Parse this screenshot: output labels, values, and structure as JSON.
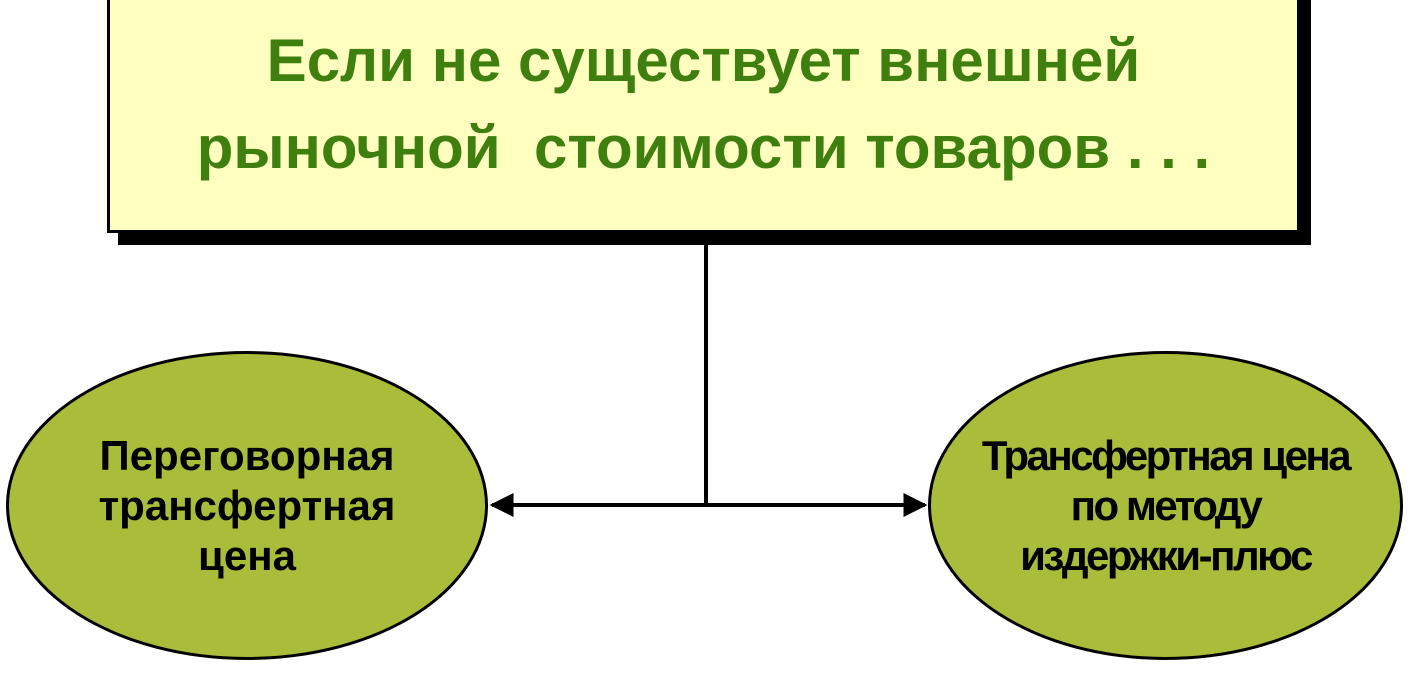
{
  "title": {
    "line1": "Если не существует внешней",
    "line2": "рыночной  стоимости товаров . . ."
  },
  "left_node": {
    "lines": [
      "Переговорная",
      "трансфертная",
      "цена"
    ]
  },
  "right_node": {
    "lines": [
      "Трансфертная цена",
      "по методу",
      "издержки-плюс"
    ]
  },
  "colors": {
    "title_box": "#ffffc0",
    "title_text": "#3f7f0f",
    "node_fill": "#aabd3a",
    "outline": "#000000"
  }
}
